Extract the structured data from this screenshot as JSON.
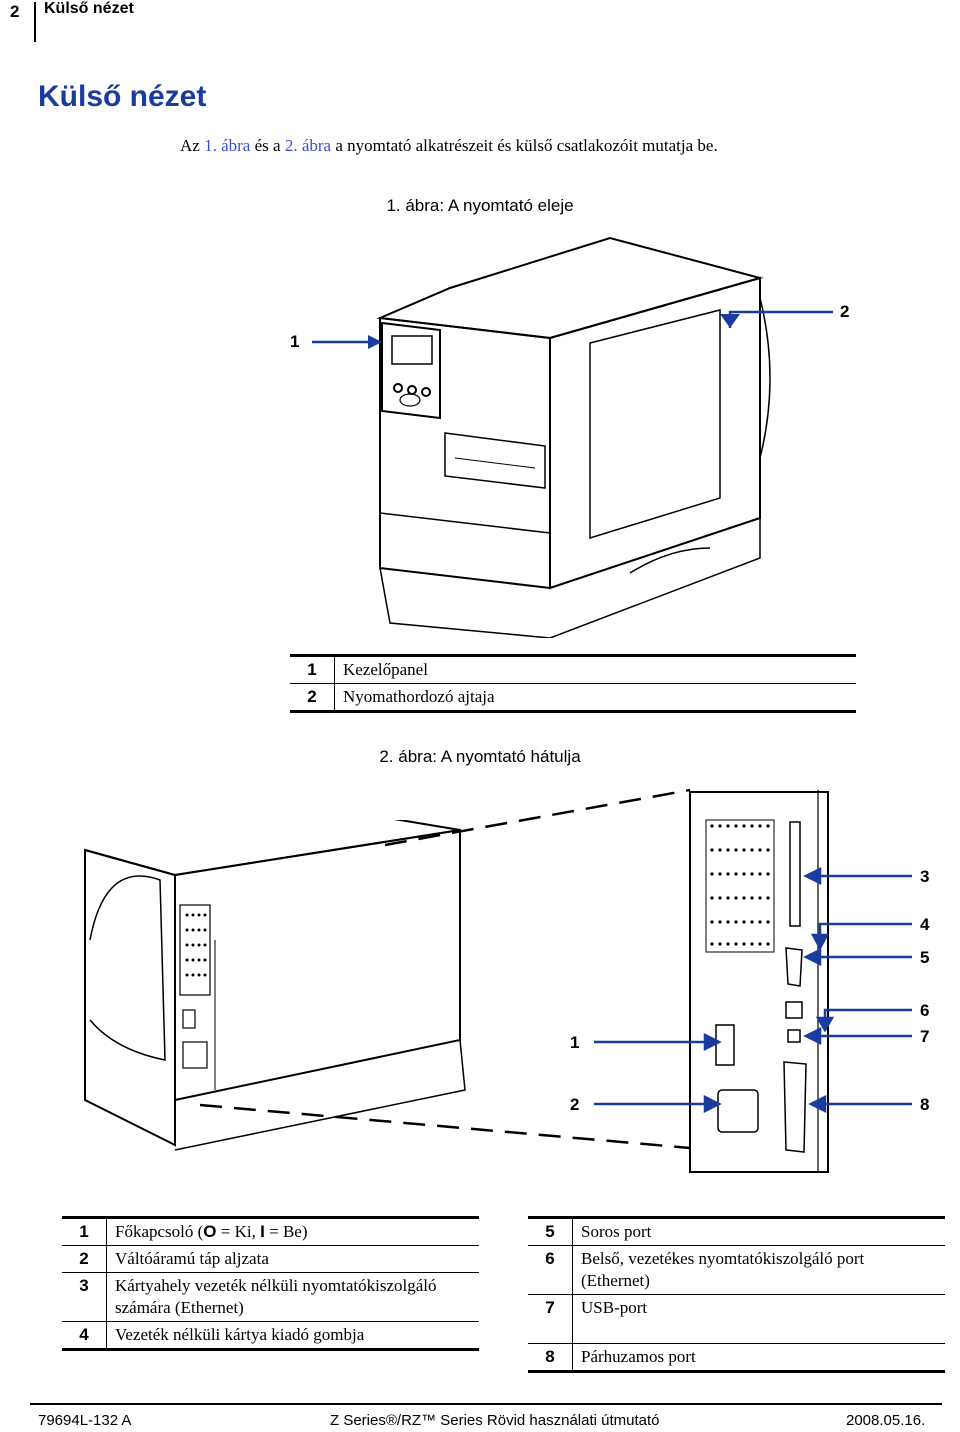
{
  "header": {
    "page_number": "2",
    "section": "Külső nézet"
  },
  "title": "Külső nézet",
  "intro": {
    "before": "Az ",
    "link1": "1. ábra",
    "middle": " és a ",
    "link2": "2. ábra",
    "after": " a nyomtató alkatrészeit és külső csatlakozóit mutatja be."
  },
  "figure1": {
    "caption": "1. ábra: A nyomtató eleje",
    "callouts": [
      "1",
      "2"
    ],
    "legend": [
      {
        "num": "1",
        "text": "Kezelőpanel"
      },
      {
        "num": "2",
        "text": "Nyomathordozó ajtaja"
      }
    ]
  },
  "figure2": {
    "caption": "2. ábra: A nyomtató hátulja",
    "callouts": [
      "1",
      "2",
      "3",
      "4",
      "5",
      "6",
      "7",
      "8"
    ],
    "legend_left": [
      {
        "num": "1",
        "parts": [
          "Főkapcsoló (",
          "O",
          " = Ki, ",
          "I",
          " = Be)"
        ]
      },
      {
        "num": "2",
        "text": "Váltóáramú táp aljzata"
      },
      {
        "num": "3",
        "text": "Kártyahely vezeték nélküli nyomtatókiszolgáló számára (Ethernet)"
      },
      {
        "num": "4",
        "text": "Vezeték nélküli kártya kiadó gombja"
      }
    ],
    "legend_right": [
      {
        "num": "5",
        "text": "Soros port"
      },
      {
        "num": "6",
        "text": "Belső, vezetékes nyomtatókiszolgáló port (Ethernet)"
      },
      {
        "num": "7",
        "text": "USB-port"
      },
      {
        "num": "8",
        "text": "Párhuzamos port"
      }
    ]
  },
  "footer": {
    "doc_id": "79694L-132 A",
    "guide": "Z Series®/RZ™ Series Rövid használati útmutató",
    "date": "2008.05.16."
  },
  "colors": {
    "title": "#1a3c9e",
    "link": "#3a4fd0",
    "callout_arrow": "#1a3c9e"
  }
}
